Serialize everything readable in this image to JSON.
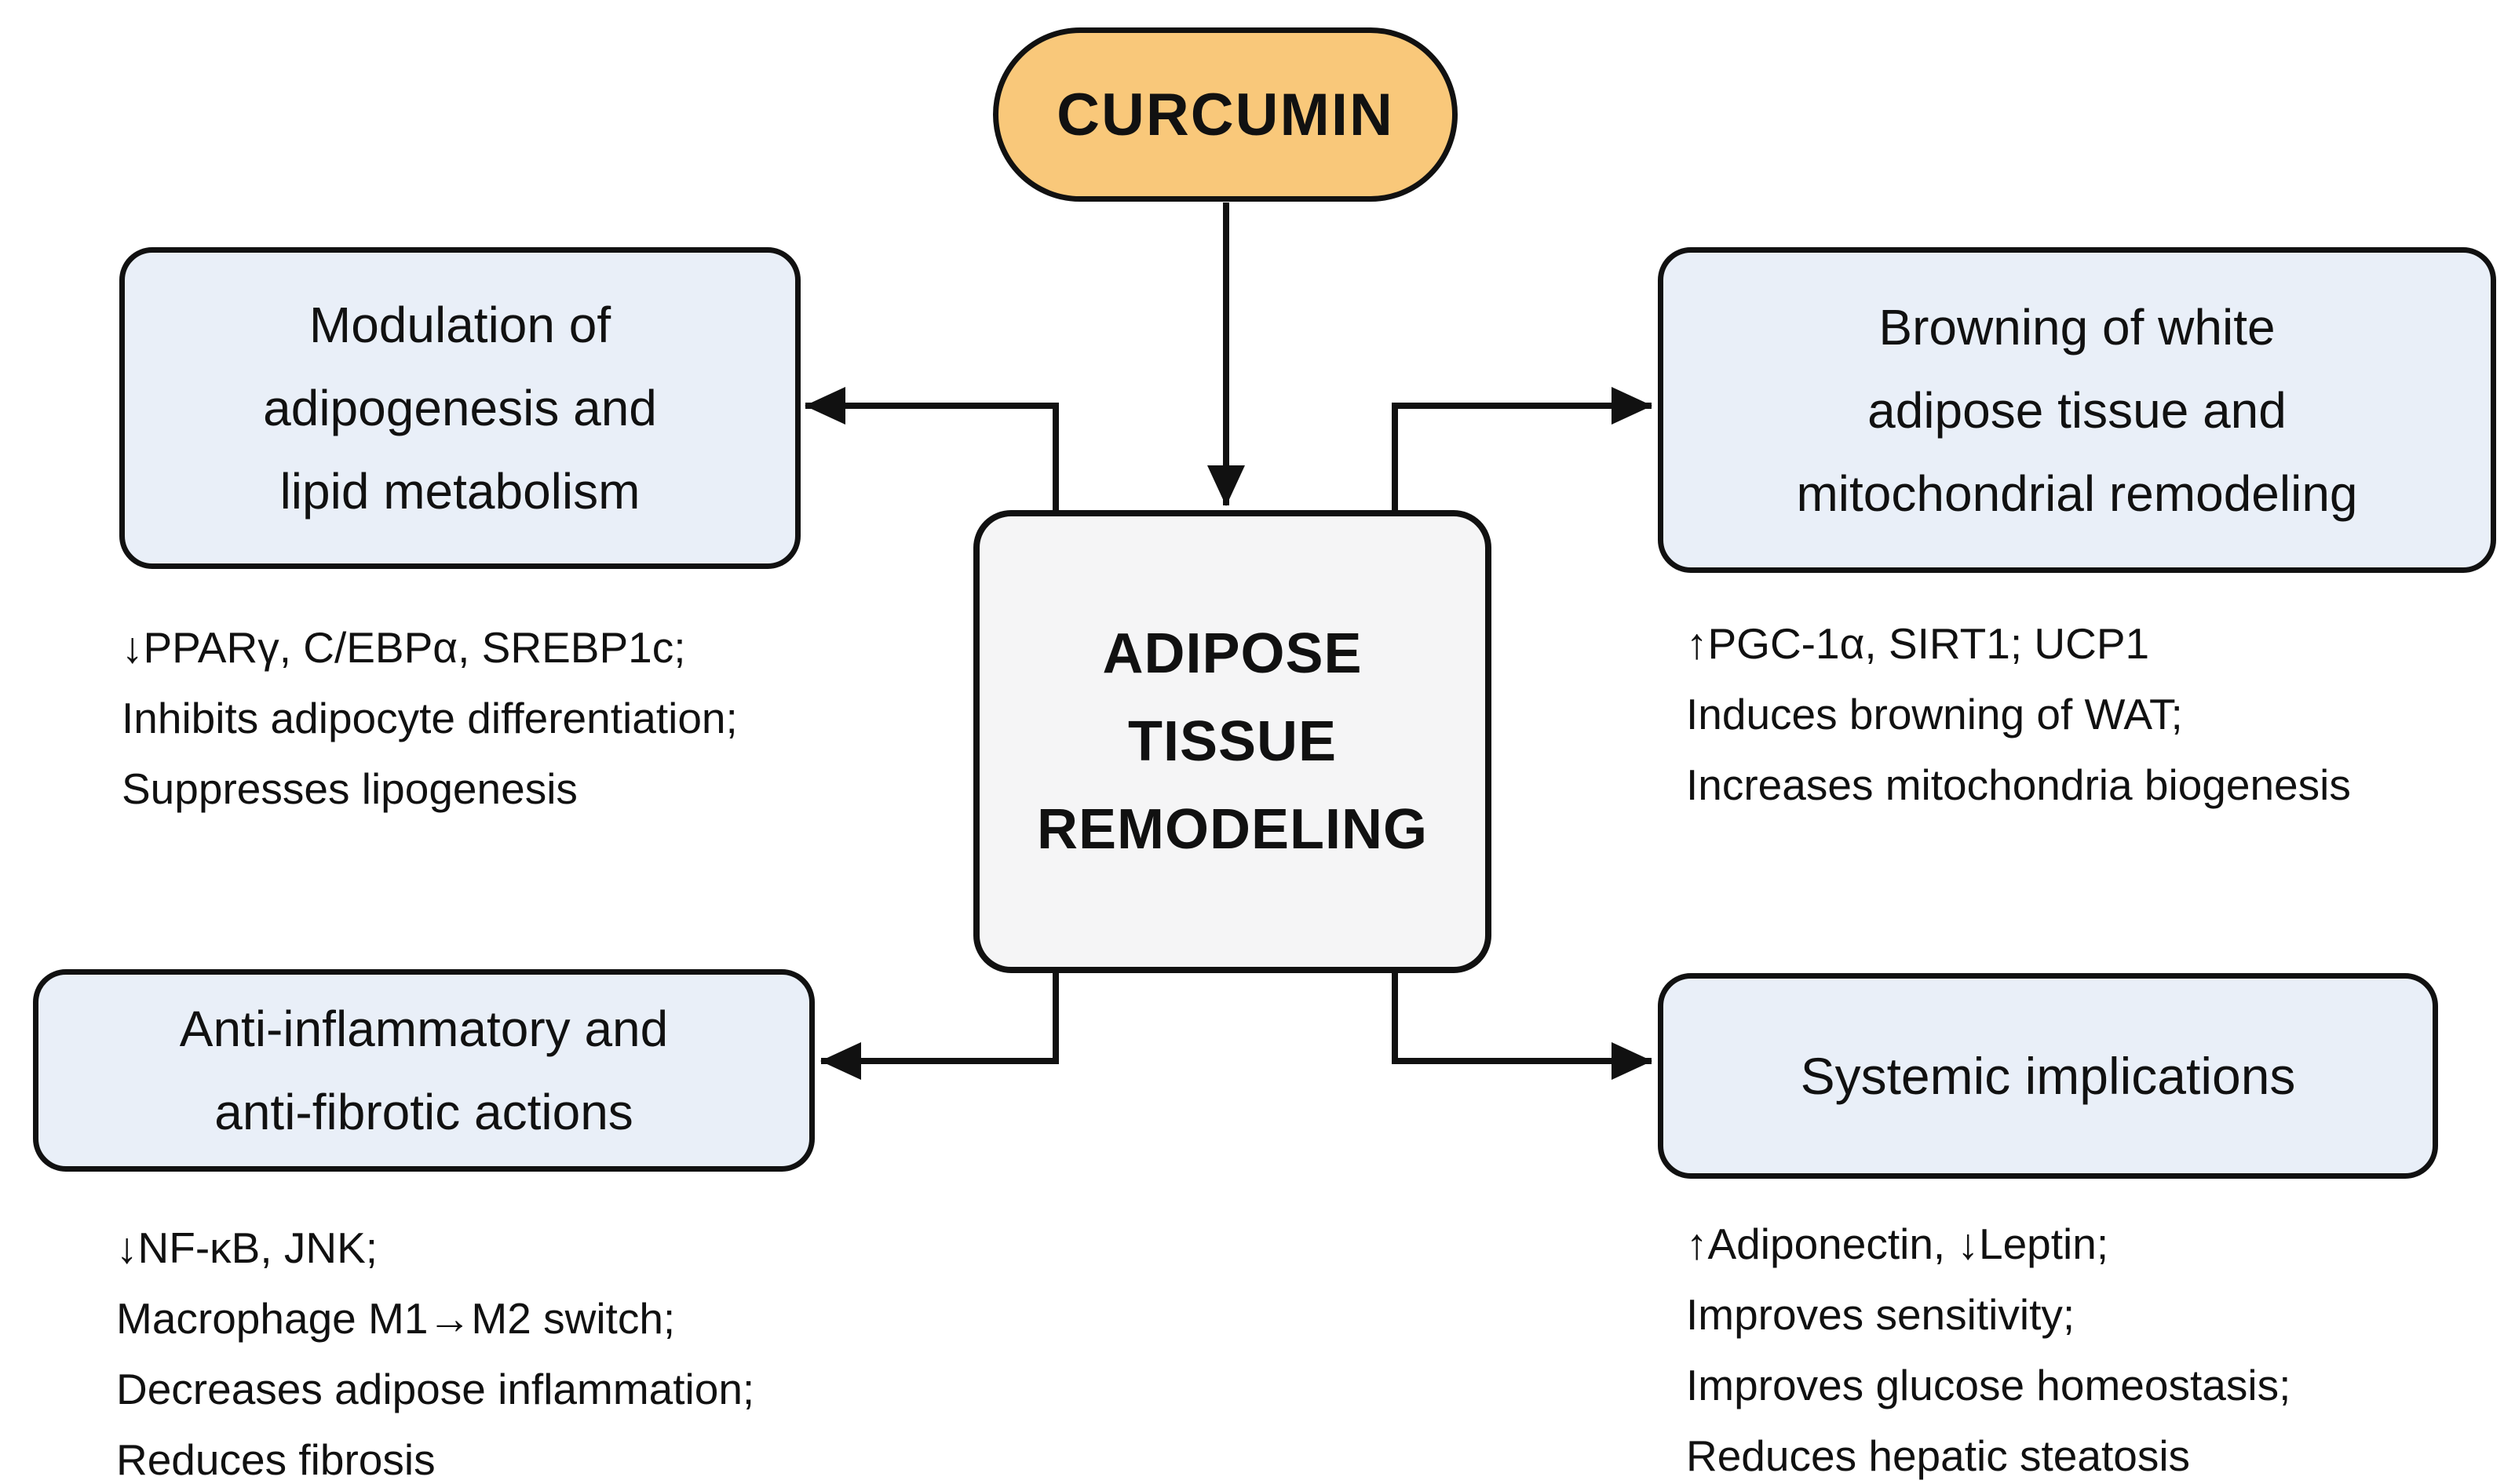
{
  "root_node": {
    "label": "CURCUMIN"
  },
  "center_node": {
    "lines": [
      "ADIPOSE",
      "TISSUE",
      "REMODELING"
    ]
  },
  "branches": {
    "top_left": {
      "title_lines": [
        "Modulation of",
        "adipogenesis and",
        "lipid metabolism"
      ],
      "notes": [
        "↓PPARγ, C/EBPα, SREBP1c;",
        "Inhibits adipocyte differentiation;",
        "Suppresses lipogenesis"
      ]
    },
    "top_right": {
      "title_lines": [
        "Browning of white",
        "adipose tissue and",
        "mitochondrial remodeling"
      ],
      "notes": [
        "↑PGC-1α, SIRT1; UCP1",
        "Induces browning of WAT;",
        "Increases mitochondria biogenesis"
      ]
    },
    "bottom_left": {
      "title_lines": [
        "Anti-inflammatory and",
        "anti-fibrotic actions"
      ],
      "notes": [
        "↓NF-κB, JNK;",
        "Macrophage M1→M2 switch;",
        "Decreases adipose inflammation;",
        "Reduces fibrosis"
      ]
    },
    "bottom_right": {
      "title_lines": [
        "Systemic implications"
      ],
      "notes": [
        "↑Adiponectin, ↓Leptin;",
        "Improves sensitivity;",
        "Improves glucose homeostasis;",
        "Reduces hepatic steatosis"
      ]
    }
  },
  "colors": {
    "root_fill": "#F9C87A",
    "branch_fill": "#E9EFF8",
    "center_fill": "#F5F5F6",
    "outline": "#111111",
    "background": "#FFFFFF"
  }
}
